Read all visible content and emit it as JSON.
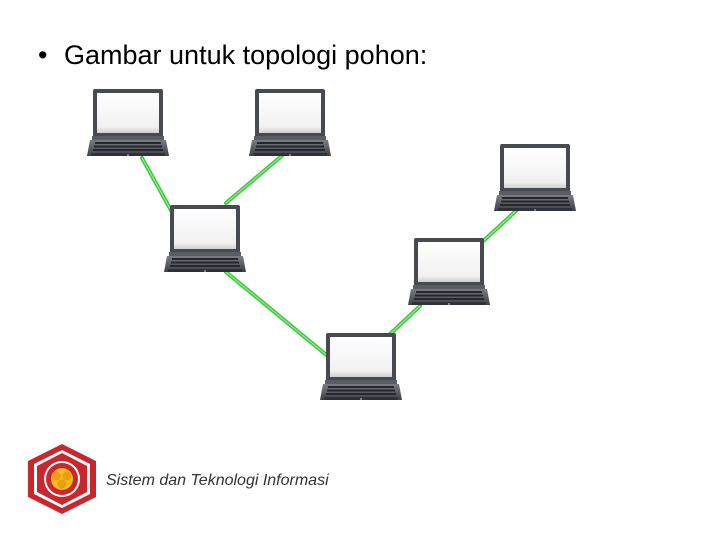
{
  "slide": {
    "title": "Gambar untuk topologi pohon:",
    "bullet": "•",
    "footer": "Sistem dan Teknologi Informasi"
  },
  "diagram": {
    "topology": "tree",
    "nodes": [
      {
        "id": "laptop-top-left",
        "icon": "laptop-icon"
      },
      {
        "id": "laptop-top-center",
        "icon": "laptop-icon"
      },
      {
        "id": "laptop-middle-left",
        "icon": "laptop-icon"
      },
      {
        "id": "laptop-root",
        "icon": "laptop-icon"
      },
      {
        "id": "laptop-middle-right",
        "icon": "laptop-icon"
      },
      {
        "id": "laptop-top-right",
        "icon": "laptop-icon"
      }
    ],
    "edges": [
      [
        "laptop-top-left",
        "laptop-middle-left"
      ],
      [
        "laptop-top-center",
        "laptop-middle-left"
      ],
      [
        "laptop-middle-left",
        "laptop-root"
      ],
      [
        "laptop-root",
        "laptop-middle-right"
      ],
      [
        "laptop-middle-right",
        "laptop-top-right"
      ]
    ],
    "colors": {
      "cable": "#3ec93e",
      "laptop_body": "#4a4e54",
      "screen": "#f4f4f4",
      "logo_red": "#c8282d",
      "logo_yellow": "#f5b921"
    }
  }
}
